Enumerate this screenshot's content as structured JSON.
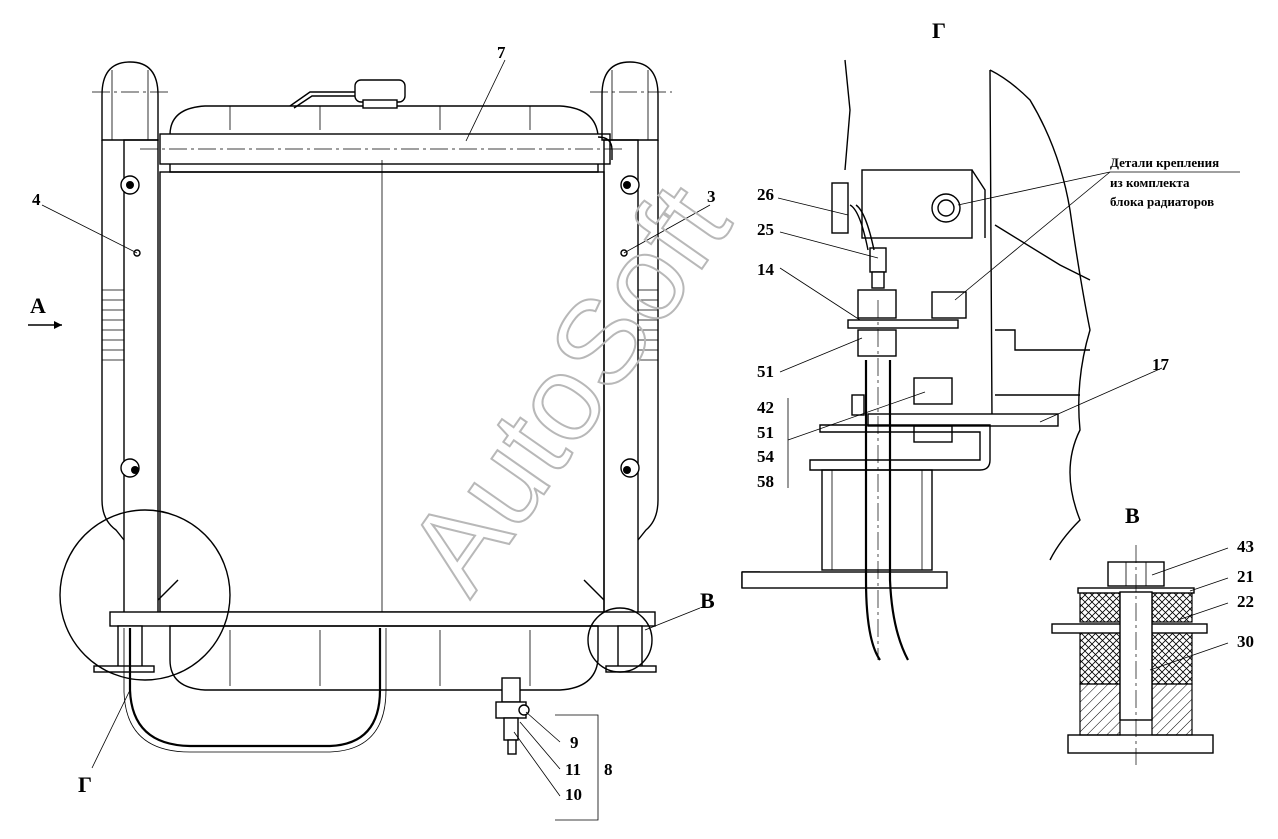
{
  "main_view": {
    "callouts": {
      "c7": "7",
      "c4": "4",
      "c3": "3",
      "c9": "9",
      "c11": "11",
      "c10": "10",
      "c8": "8"
    },
    "view_arrow": "А",
    "detail_g_ref": "Г",
    "detail_v_ref": "В"
  },
  "detail_g": {
    "title": "Г",
    "callouts": {
      "c26": "26",
      "c25": "25",
      "c14": "14",
      "c51a": "51",
      "c17": "17"
    },
    "group_callouts": [
      "42",
      "51",
      "54",
      "58"
    ],
    "note_lines": [
      "Детали крепления",
      "из комплекта",
      "блока радиаторов"
    ]
  },
  "detail_v": {
    "title": "В",
    "callouts": {
      "c43": "43",
      "c21": "21",
      "c22": "22",
      "c30": "30"
    }
  },
  "watermark": "AutoSoft"
}
